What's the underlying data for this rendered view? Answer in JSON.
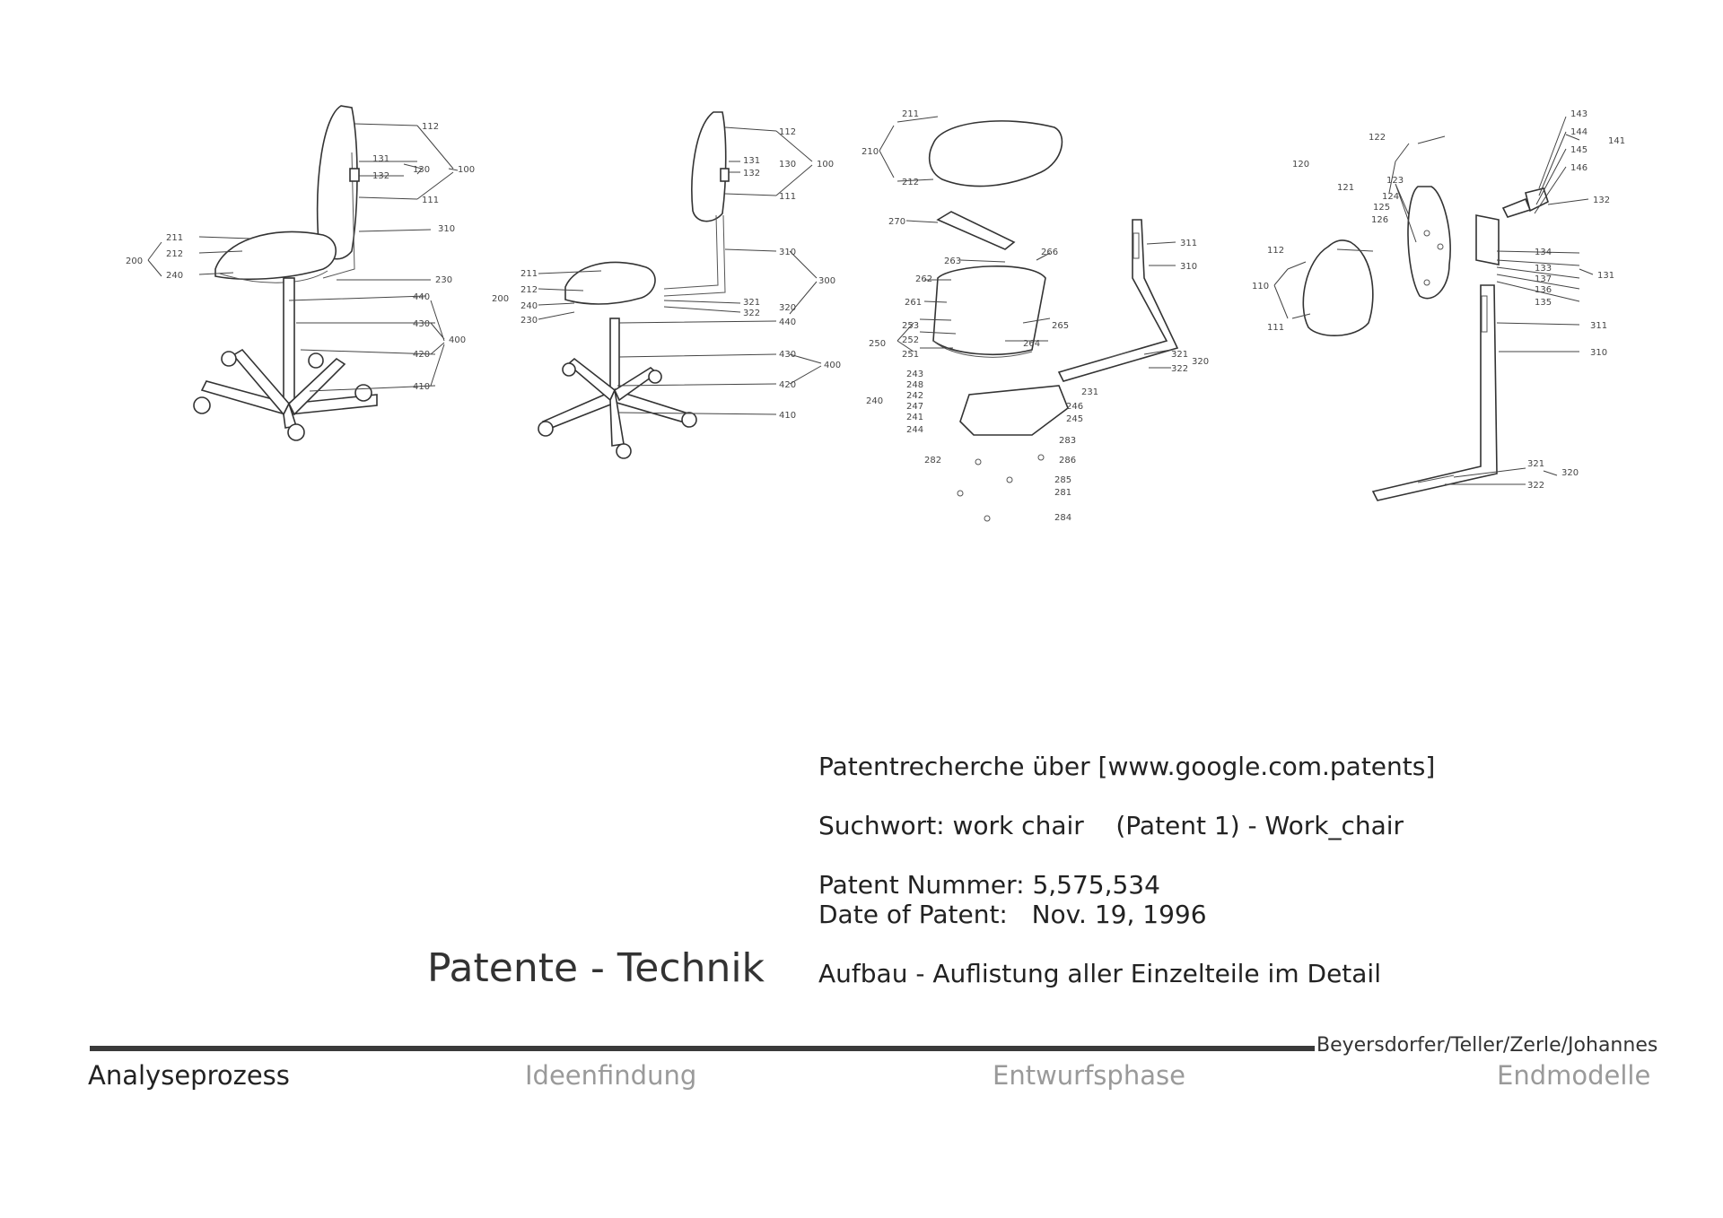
{
  "drawing_labels": {
    "fig1": [
      "112",
      "131",
      "132",
      "130",
      "100",
      "111",
      "310",
      "211",
      "212",
      "200",
      "240",
      "230",
      "440",
      "430",
      "400",
      "420",
      "410"
    ],
    "fig2": [
      "112",
      "131",
      "132",
      "130",
      "100",
      "111",
      "310",
      "300",
      "211",
      "212",
      "200",
      "240",
      "230",
      "321",
      "322",
      "320",
      "440",
      "430",
      "400",
      "420",
      "410"
    ],
    "fig3": [
      "211",
      "210",
      "212",
      "270",
      "263",
      "266",
      "262",
      "261",
      "253",
      "252",
      "250",
      "251",
      "265",
      "264",
      "311",
      "310",
      "321",
      "322",
      "320",
      "243",
      "248",
      "242",
      "240",
      "247",
      "241",
      "244",
      "231",
      "246",
      "245",
      "283",
      "282",
      "286",
      "285",
      "281",
      "284"
    ],
    "fig4": [
      "143",
      "144",
      "145",
      "146",
      "141",
      "122",
      "120",
      "123",
      "121",
      "124",
      "125",
      "126",
      "132",
      "112",
      "110",
      "111",
      "134",
      "133",
      "137",
      "136",
      "135",
      "131",
      "311",
      "310",
      "321",
      "322",
      "320"
    ]
  },
  "info": {
    "line1": "Patentrecherche über [www.google.com.patents]",
    "line2": "Suchwort: work chair    (Patent 1) - Work_chair",
    "line3": "Patent Nummer: 5,575,534",
    "line4": "Date of Patent:   Nov. 19, 1996",
    "line5": "Aufbau - Auflistung aller Einzelteile im Detail"
  },
  "title": "Patente - Technik",
  "authors": "Beyersdorfer/Teller/Zerle/Johannes",
  "nav": [
    "Analyseprozess",
    "Ideenfindung",
    "Entwurfsphase",
    "Endmodelle"
  ]
}
